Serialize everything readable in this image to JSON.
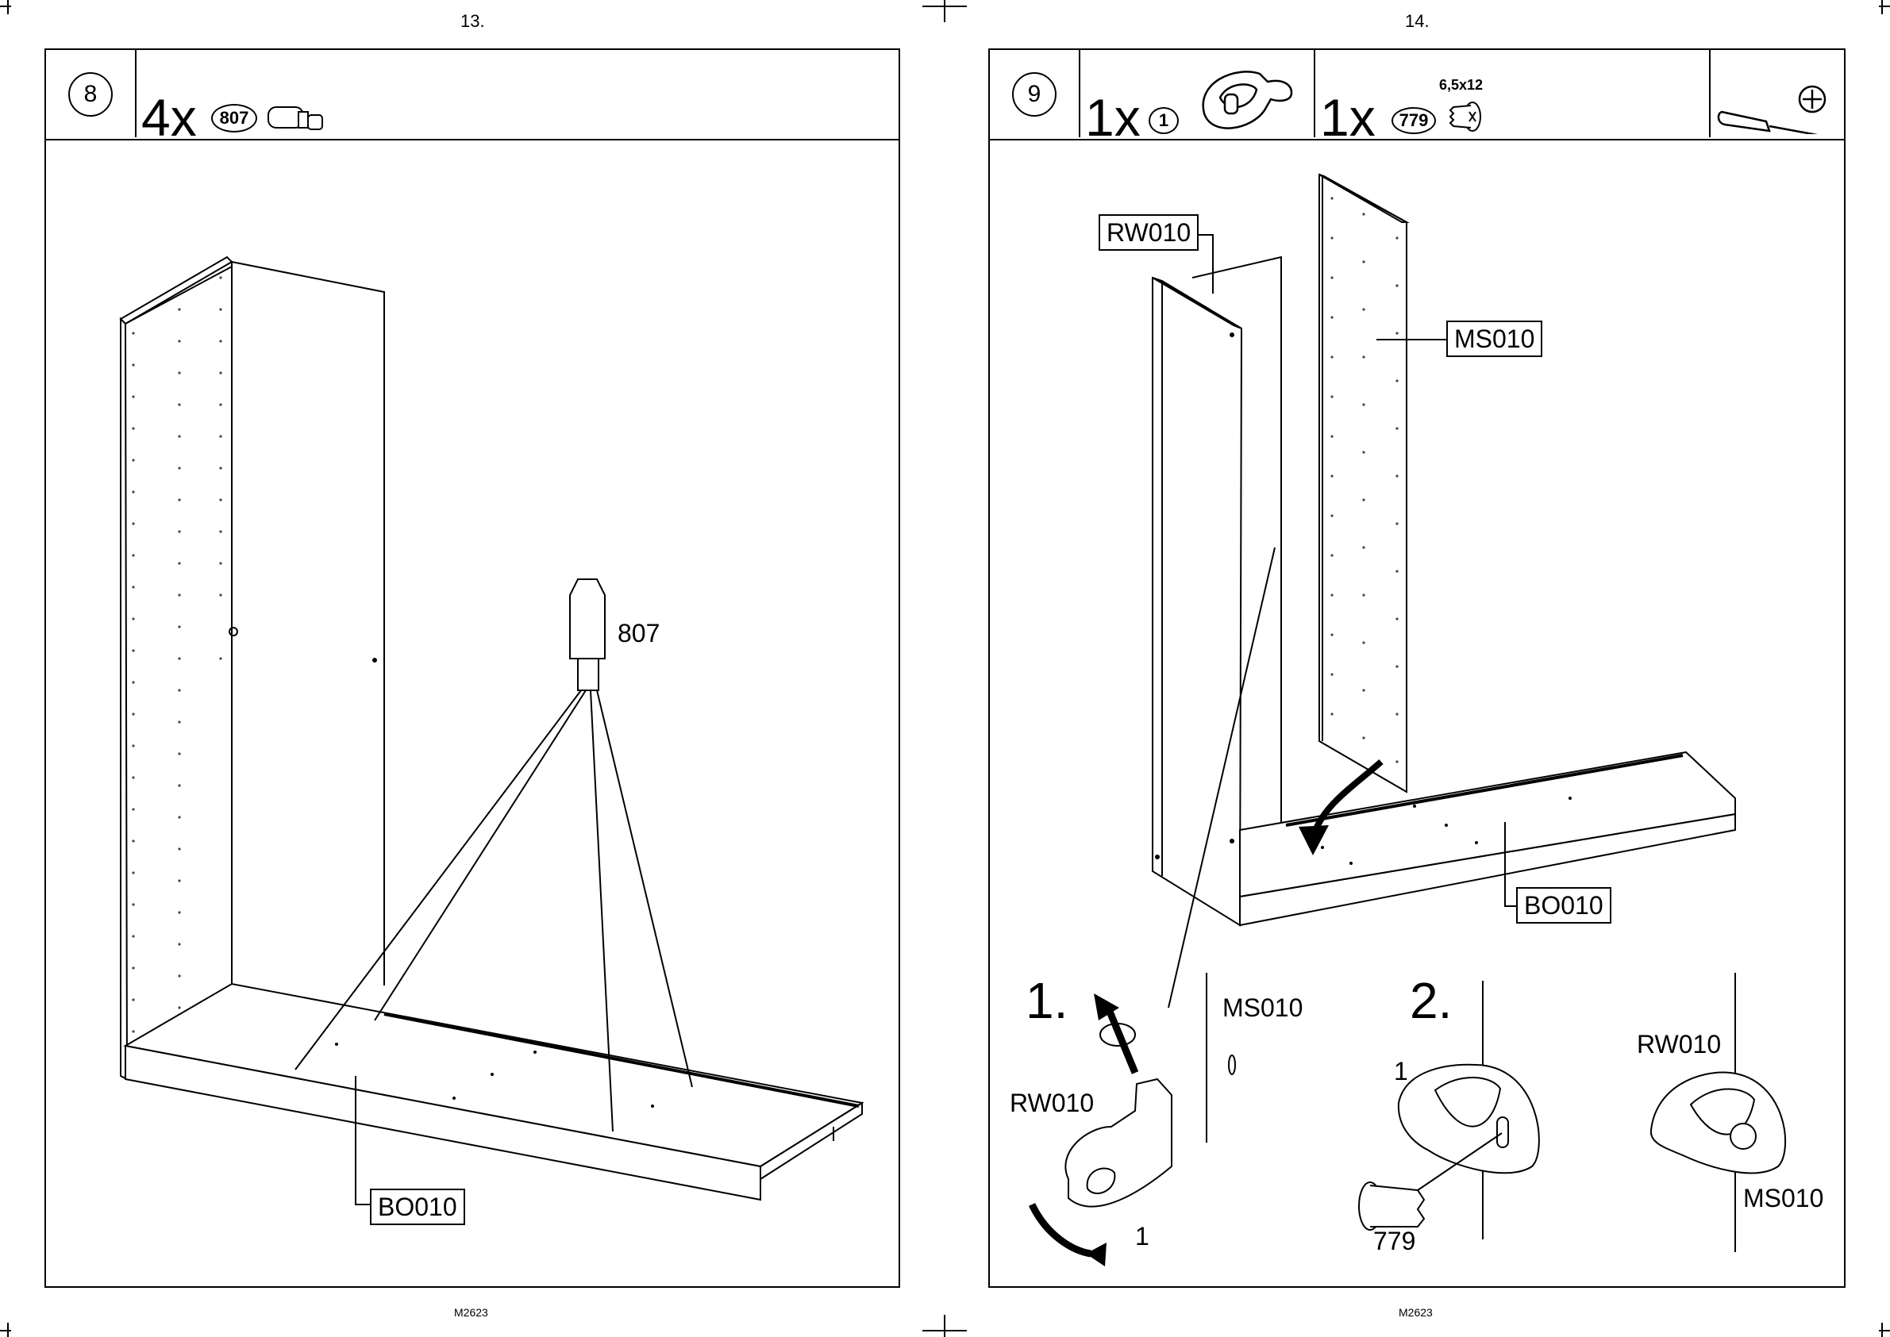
{
  "pages": {
    "left": {
      "number": "13.",
      "footer": "M2623"
    },
    "right": {
      "number": "14.",
      "footer": "M2623"
    }
  },
  "step8": {
    "step_number": "8",
    "quantity": "4x",
    "part_id": "807",
    "labels": {
      "dowel": "807",
      "bottom": "BO010"
    }
  },
  "step9": {
    "step_number": "9",
    "parts": [
      {
        "quantity": "1x",
        "part_id": "1"
      },
      {
        "quantity": "1x",
        "part_id": "779",
        "size": "6,5x12"
      }
    ],
    "tool": "screwdriver-phillips-icon",
    "labels": {
      "back_panel": "RW010",
      "mid_side": "MS010",
      "bottom": "BO010"
    },
    "detail1": {
      "marker": "1.",
      "left_label": "RW010",
      "right_label": "MS010",
      "part": "1"
    },
    "detail2": {
      "marker": "2.",
      "part": "1",
      "screw": "779",
      "top_label": "RW010",
      "bottom_label": "MS010"
    }
  }
}
